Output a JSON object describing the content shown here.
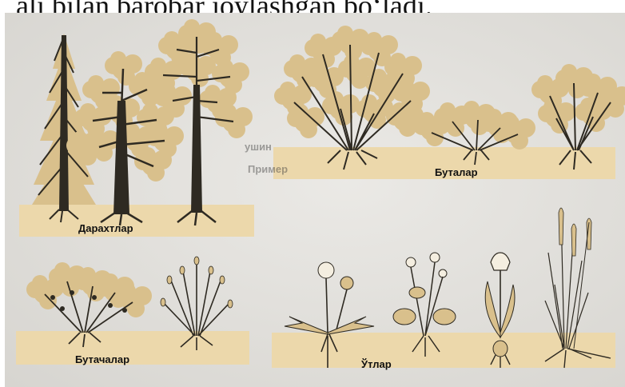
{
  "caption": "ali bilan barobar joylashgan bo‘ladi.",
  "labels": {
    "trees": "Дарахтлар",
    "shrubs": "Буталар",
    "subshrubs": "Бутачалар",
    "herbs": "Ўтлар"
  },
  "bleed_through": {
    "line1": "Пример",
    "line2": "ушин"
  },
  "colors": {
    "band": "#ecd8ab",
    "foliage": "#d9c08c",
    "trunk": "#2e2a22",
    "paper": "#e4e2dd"
  }
}
